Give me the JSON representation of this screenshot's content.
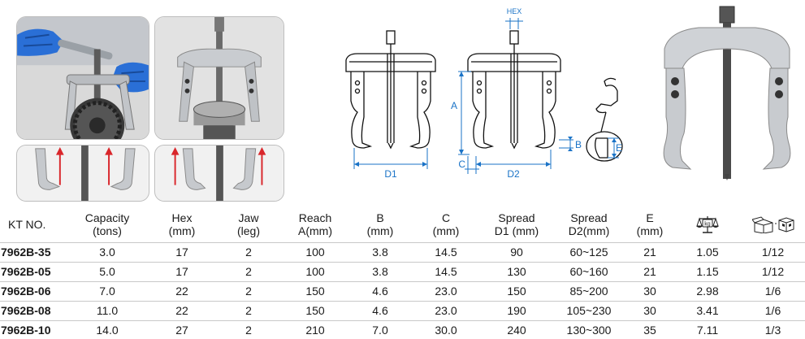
{
  "diagram": {
    "hex_label": "HEX",
    "a_label": "A",
    "b_label": "B",
    "c_label": "C",
    "d1_label": "D1",
    "d2_label": "D2",
    "e_label": "E"
  },
  "table": {
    "headers": {
      "model": "KT NO.",
      "capacity_l1": "Capacity",
      "capacity_l2": "(tons)",
      "hex_l1": "Hex",
      "hex_l2": "(mm)",
      "jaw_l1": "Jaw",
      "jaw_l2": "(leg)",
      "reach_l1": "Reach",
      "reach_l2": "A(mm)",
      "b_l1": "B",
      "b_l2": "(mm)",
      "c_l1": "C",
      "c_l2": "(mm)",
      "spread1_l1": "Spread",
      "spread1_l2": "D1 (mm)",
      "spread2_l1": "Spread",
      "spread2_l2": "D2(mm)",
      "e_l1": "E",
      "e_l2": "(mm)",
      "weight_icon": "weight-scale-kg-icon",
      "weight_unit": "kg",
      "package_icon": "carton-boxes-icon"
    },
    "rows": [
      {
        "model": "7962B-35",
        "capacity": "3.0",
        "hex": "17",
        "jaw": "2",
        "reach": "100",
        "b": "3.8",
        "c": "14.5",
        "spread1": "90",
        "spread2": "60~125",
        "e": "21",
        "weight": "1.05",
        "pack": "1/12"
      },
      {
        "model": "7962B-05",
        "capacity": "5.0",
        "hex": "17",
        "jaw": "2",
        "reach": "100",
        "b": "3.8",
        "c": "14.5",
        "spread1": "130",
        "spread2": "60~160",
        "e": "21",
        "weight": "1.15",
        "pack": "1/12"
      },
      {
        "model": "7962B-06",
        "capacity": "7.0",
        "hex": "22",
        "jaw": "2",
        "reach": "150",
        "b": "4.6",
        "c": "23.0",
        "spread1": "150",
        "spread2": "85~200",
        "e": "30",
        "weight": "2.98",
        "pack": "1/6"
      },
      {
        "model": "7962B-08",
        "capacity": "11.0",
        "hex": "22",
        "jaw": "2",
        "reach": "150",
        "b": "4.6",
        "c": "23.0",
        "spread1": "190",
        "spread2": "105~230",
        "e": "30",
        "weight": "3.41",
        "pack": "1/6"
      },
      {
        "model": "7962B-10",
        "capacity": "14.0",
        "hex": "27",
        "jaw": "2",
        "reach": "210",
        "b": "7.0",
        "c": "30.0",
        "spread1": "240",
        "spread2": "130~300",
        "e": "35",
        "weight": "7.11",
        "pack": "1/3"
      }
    ]
  },
  "colors": {
    "dimension_blue": "#1a73c7",
    "arrow_red": "#d9262b",
    "glove_blue": "#2a6fd6"
  }
}
